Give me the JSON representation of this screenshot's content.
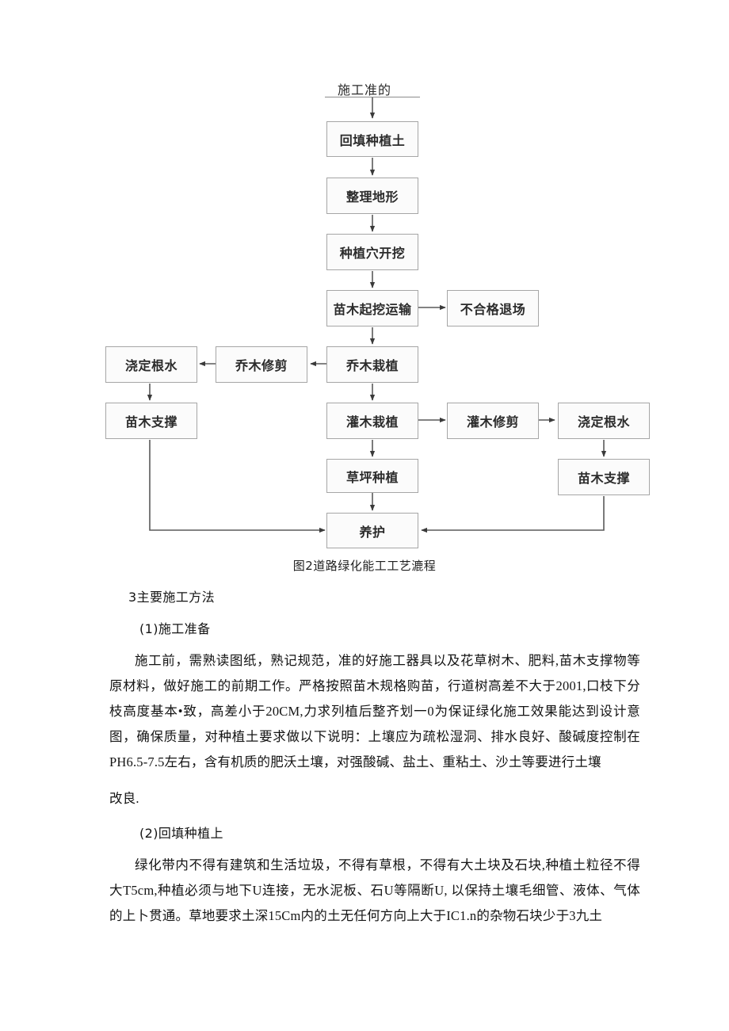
{
  "figure": {
    "start_label": "施工准的",
    "caption": "图2道路绿化能工工艺漉程",
    "nodes": [
      {
        "id": "n1",
        "label": "回填种植土"
      },
      {
        "id": "n2",
        "label": "整理地形"
      },
      {
        "id": "n3",
        "label": "种植穴开挖"
      },
      {
        "id": "n4",
        "label": "苗木起挖运输"
      },
      {
        "id": "n5",
        "label": "不合格退场"
      },
      {
        "id": "n6",
        "label": "乔木栽植"
      },
      {
        "id": "n7",
        "label": "乔木修剪"
      },
      {
        "id": "n8",
        "label": "浇定根水"
      },
      {
        "id": "n9",
        "label": "苗木支撑"
      },
      {
        "id": "n10",
        "label": "灌木栽植"
      },
      {
        "id": "n11",
        "label": "灌木修剪"
      },
      {
        "id": "n12",
        "label": "浇定根水"
      },
      {
        "id": "n13",
        "label": "苗木支撑"
      },
      {
        "id": "n14",
        "label": "草坪种植"
      },
      {
        "id": "n15",
        "label": "养护"
      }
    ]
  },
  "content": {
    "heading": "3主要施工方法",
    "section1": {
      "subheading": "(1)施工准备",
      "paragraph": "施工前，需熟读图纸，熟记规范，准的好施工器具以及花草树木、肥料,苗木支撑物等原材料，做好施工的前期工作。严格按照苗木规格购苗，行道树高差不大于2001,口枝下分枝高度基本•致，高差小于20CM,力求列植后整齐划一0为保证绿化施工效果能达到设计意图，确保质量，对种植土要求做以下说明：上壤应为疏松湿洞、排水良好、酸碱度控制在PH6.5-7.5左右，含有机质的肥沃土壤，对强酸碱、盐土、重粘土、沙土等要进行土壤",
      "paragraph_tail": "改良."
    },
    "section2": {
      "subheading": "(2)回填种植上",
      "paragraph": "绿化带内不得有建筑和生活垃圾，不得有草根，不得有大土块及石块,种植土粒径不得大T5cm,种植必须与地下U连接，无水泥板、石U等隔断U, 以保持土壤毛细管、液体、气体的上卜贯通。草地要求土深15Cm内的土无任何方向上大于IC1.n的杂物石块少于3九土"
    }
  },
  "colors": {
    "box_border": "#a6a6a6",
    "box_fill": "#fbfbfb",
    "connector": "#5a5a5a",
    "text": "#141414"
  }
}
